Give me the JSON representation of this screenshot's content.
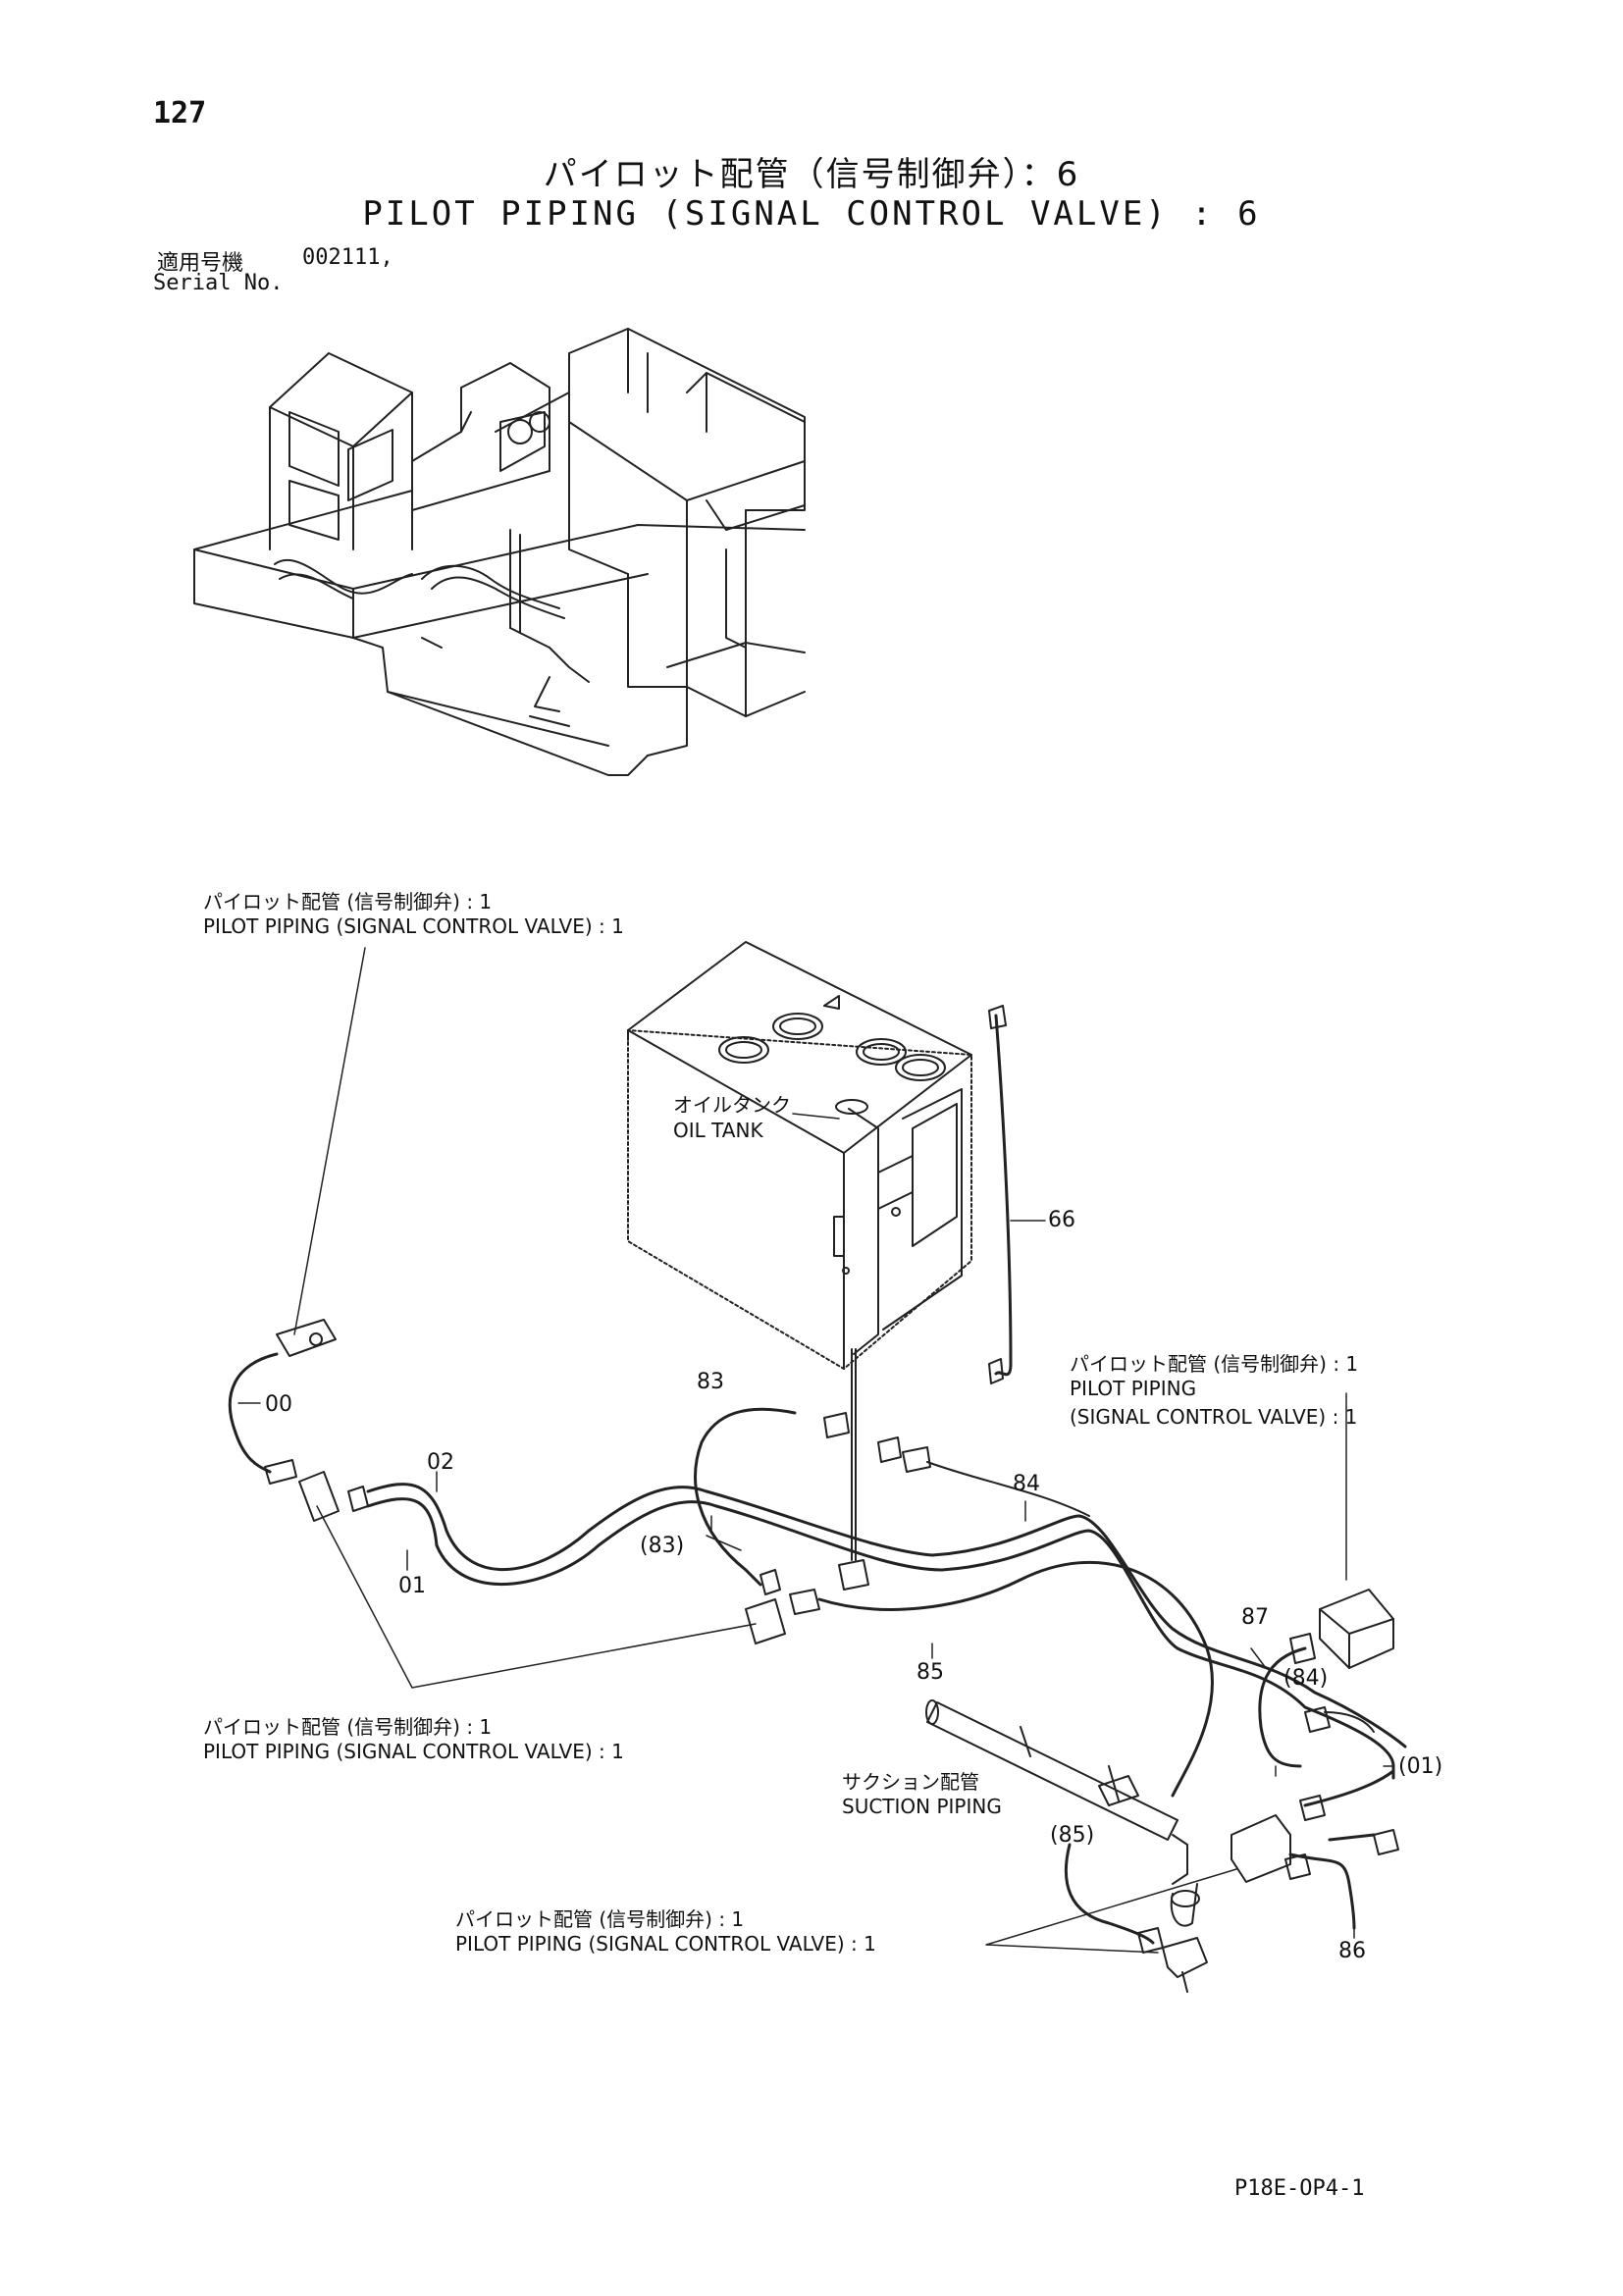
{
  "header": {
    "page_number": "127",
    "title_jp": "パイロット配管（信号制御弁）：6",
    "title_en": "PILOT PIPING (SIGNAL CONTROL VALVE) : 6",
    "serial_label_jp": "適用号機",
    "serial_value": "002111,",
    "serial_label_en": "Serial No."
  },
  "callouts": {
    "ref_top_left_jp": "パイロット配管 (信号制御弁) : 1",
    "ref_top_left_en": "PILOT PIPING (SIGNAL CONTROL VALVE) : 1",
    "oil_tank_jp": "オイルタンク",
    "oil_tank_en": "OIL TANK",
    "ref_right_jp": "パイロット配管 (信号制御弁) : 1",
    "ref_right_en_1": "PILOT PIPING",
    "ref_right_en_2": "(SIGNAL CONTROL VALVE) : 1",
    "ref_mid_left_jp": "パイロット配管 (信号制御弁) : 1",
    "ref_mid_left_en": "PILOT PIPING (SIGNAL CONTROL VALVE) : 1",
    "suction_jp": "サクション配管",
    "suction_en": "SUCTION PIPING",
    "ref_bottom_jp": "パイロット配管 (信号制御弁) : 1",
    "ref_bottom_en": "PILOT PIPING (SIGNAL CONTROL VALVE) : 1"
  },
  "part_numbers": {
    "p00": "00",
    "p02": "02",
    "p01": "01",
    "p83": "83",
    "p83_ref": "(83)",
    "p84": "84",
    "p84_ref": "(84)",
    "p85": "85",
    "p85_ref": "(85)",
    "p86": "86",
    "p87": "87",
    "p66": "66",
    "p01_ref": "(01)"
  },
  "footer": {
    "code": "P18E-OP4-1"
  }
}
